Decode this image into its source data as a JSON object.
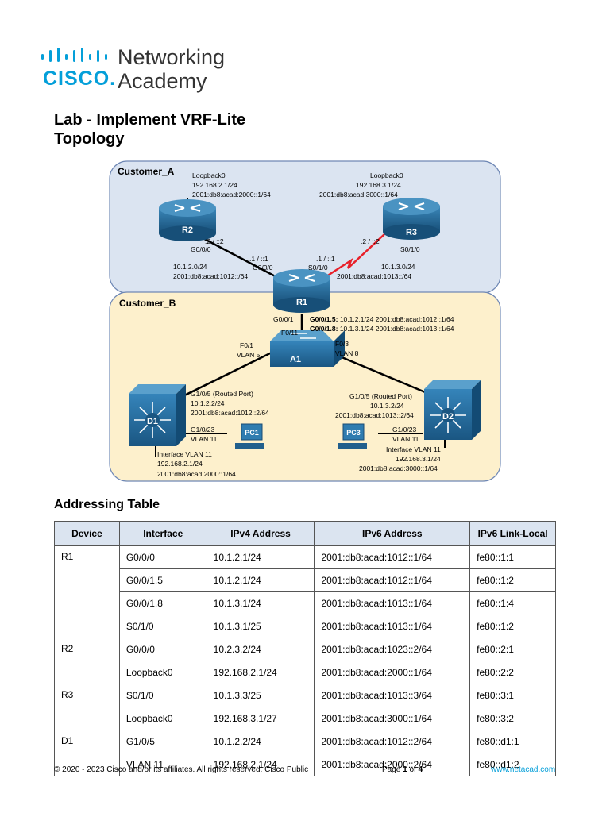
{
  "header": {
    "cisco_text": "CISCO.",
    "brand_line1": "Networking",
    "brand_line2": "Academy"
  },
  "doc": {
    "title": "Lab - Implement VRF-Lite",
    "subtitle": "Topology"
  },
  "topology": {
    "groups": [
      "Customer_A",
      "Customer_B"
    ],
    "devices": {
      "r1": "R1",
      "r2": "R2",
      "r3": "R3",
      "a1": "A1",
      "d1": "D1",
      "d2": "D2",
      "pc1": "PC1",
      "pc3": "PC3"
    },
    "labels": {
      "r2_lo_1": "Loopback0",
      "r2_lo_2": "192.168.2.1/24",
      "r2_lo_3": "2001:db8:acad:2000::1/64",
      "r3_lo_1": "Loopback0",
      "r3_lo_2": "192.168.3.1/24",
      "r3_lo_3": "2001:db8:acad:3000::1/64",
      "r2_int": "G0/0/0",
      "r2_addr": ".2 / ::2",
      "r3_addr": ".2 / ::2",
      "r3_int": "S0/1/0",
      "r1_g_addr": ".1 / ::1",
      "r1_g_int": "G0/0/0",
      "r1_s_addr": ".1 / ::1",
      "r1_s_int": "S0/1/0",
      "net12_v4": "10.1.2.0/24",
      "net12_v6": "2001:db8:acad:1012::/64",
      "net13_v4": "10.1.3.0/24",
      "net13_v6": "2001:db8:acad:1013::/64",
      "r1_g01": "G0/0/1",
      "a1_f011": "F0/11",
      "sub15_name": "G0/0/1.5:",
      "sub15_rest": "10.1.2.1/24  2001:db8:acad:1012::1/64",
      "sub18_name": "G0/0/1.8:",
      "sub18_rest": "10.1.3.1/24  2001:db8:acad:1013::1/64",
      "a1_f01": "F0/1",
      "a1_vlan5": "VLAN 5",
      "a1_f03": "F0/3",
      "a1_vlan8": "VLAN 8",
      "d1_g105": "G1/0/5 (Routed Port)",
      "d1_v4": "10.1.2.2/24",
      "d1_v6": "2001:db8:acad:1012::2/64",
      "d1_g123": "G1/0/23",
      "d1_vlan11": "VLAN 11",
      "d1_if1": "Interface VLAN 11",
      "d1_if2": "192.168.2.1/24",
      "d1_if3": "2001:db8:acad:2000::1/64",
      "d2_g105": "G1/0/5 (Routed Port)",
      "d2_v4": "10.1.3.2/24",
      "d2_v6": "2001:db8:acad:1013::2/64",
      "d2_g123": "G1/0/23",
      "d2_vlan11": "VLAN 11",
      "d2_if1": "Interface VLAN 11",
      "d2_if2": "192.168.3.1/24",
      "d2_if3": "2001:db8:acad:3000::1/64"
    }
  },
  "addressing": {
    "heading": "Addressing Table",
    "columns": [
      "Device",
      "Interface",
      "IPv4 Address",
      "IPv6 Address",
      "IPv6 Link-Local"
    ],
    "rows": [
      {
        "device": "R1",
        "span": 4,
        "interface": "G0/0/0",
        "ipv4": "10.1.2.1/24",
        "ipv6": "2001:db8:acad:1012::1/64",
        "ll": "fe80::1:1"
      },
      {
        "device": "",
        "span": 0,
        "interface": "G0/0/1.5",
        "ipv4": "10.1.2.1/24",
        "ipv6": "2001:db8:acad:1012::1/64",
        "ll": "fe80::1:2"
      },
      {
        "device": "",
        "span": 0,
        "interface": "G0/0/1.8",
        "ipv4": "10.1.3.1/24",
        "ipv6": "2001:db8:acad:1013::1/64",
        "ll": "fe80::1:4"
      },
      {
        "device": "",
        "span": 0,
        "interface": "S0/1/0",
        "ipv4": "10.1.3.1/25",
        "ipv6": "2001:db8:acad:1013::1/64",
        "ll": "fe80::1:2"
      },
      {
        "device": "R2",
        "span": 2,
        "interface": "G0/0/0",
        "ipv4": "10.2.3.2/24",
        "ipv6": "2001:db8:acad:1023::2/64",
        "ll": "fe80::2:1"
      },
      {
        "device": "",
        "span": 0,
        "interface": "Loopback0",
        "ipv4": "192.168.2.1/24",
        "ipv6": "2001:db8:acad:2000::1/64",
        "ll": "fe80::2:2"
      },
      {
        "device": "R3",
        "span": 2,
        "interface": "S0/1/0",
        "ipv4": "10.1.3.3/25",
        "ipv6": "2001:db8:acad:1013::3/64",
        "ll": "fe80::3:1"
      },
      {
        "device": "",
        "span": 0,
        "interface": "Loopback0",
        "ipv4": "192.168.3.1/27",
        "ipv6": "2001:db8:acad:3000::1/64",
        "ll": "fe80::3:2"
      },
      {
        "device": "D1",
        "span": 2,
        "interface": "G1/0/5",
        "ipv4": "10.1.2.2/24",
        "ipv6": "2001:db8:acad:1012::2/64",
        "ll": "fe80::d1:1"
      },
      {
        "device": "",
        "span": 0,
        "interface": "VLAN 11",
        "ipv4": "192.168.2.1/24",
        "ipv6": "2001:db8:acad:2000::2/64",
        "ll": "fe80::d1:2"
      }
    ]
  },
  "footer": {
    "copyright": "© 2020 - 2023 Cisco and/or its affiliates. All rights reserved. Cisco Public",
    "page_prefix": "Page ",
    "page_num": "1",
    "page_of": " of ",
    "page_total": "4",
    "url": "www.netacad.com"
  },
  "colors": {
    "cisco_blue": "#049fd9",
    "customer_a_bg": "#dbe4f1",
    "customer_b_bg": "#fdf0cc",
    "serial_link": "#e8202a",
    "device_blue": "#1f5f8b",
    "table_header_bg": "#dbe4f0"
  }
}
